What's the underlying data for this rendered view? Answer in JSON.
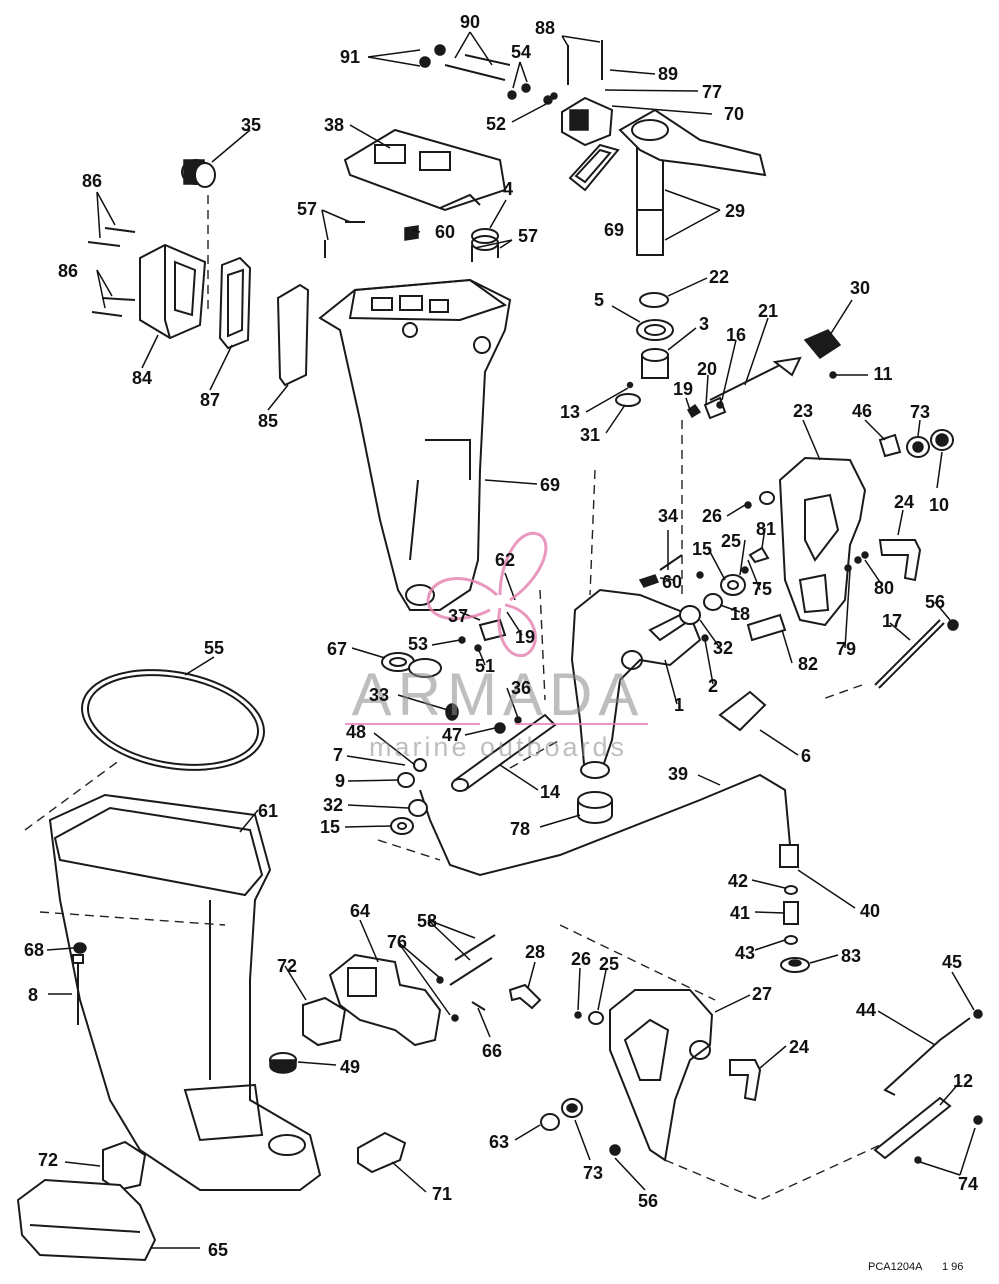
{
  "labels": {
    "l91": "91",
    "l90": "90",
    "l54": "54",
    "l88": "88",
    "l89": "89",
    "l77": "77",
    "l70": "70",
    "l52": "52",
    "l38": "38",
    "l35": "35",
    "l86a": "86",
    "l86b": "86",
    "l84": "84",
    "l87": "87",
    "l85": "85",
    "l57a": "57",
    "l57b": "57",
    "l60a": "60",
    "l4": "4",
    "l69a": "69",
    "l29": "29",
    "l22": "22",
    "l5": "5",
    "l3": "3",
    "l30": "30",
    "l21": "21",
    "l16": "16",
    "l20": "20",
    "l11": "11",
    "l13": "13",
    "l19a": "19",
    "l31": "31",
    "l23": "23",
    "l46": "46",
    "l73a": "73",
    "l10": "10",
    "l69b": "69",
    "l26a": "26",
    "l34": "34",
    "l25a": "25",
    "l81": "81",
    "l24a": "24",
    "l15a": "15",
    "l62": "62",
    "l60b": "60",
    "l75": "75",
    "l80": "80",
    "l56a": "56",
    "l18": "18",
    "l37": "37",
    "l19b": "19",
    "l32a": "32",
    "l17": "17",
    "l53": "53",
    "l51": "51",
    "l82": "82",
    "l79": "79",
    "l67": "67",
    "l2": "2",
    "l1": "1",
    "l55": "55",
    "l33": "33",
    "l36": "36",
    "l48": "48",
    "l47": "47",
    "l6": "6",
    "l7": "7",
    "l39": "39",
    "l9": "9",
    "l14": "14",
    "l32b": "32",
    "l15b": "15",
    "l78": "78",
    "l61": "61",
    "l42": "42",
    "l40": "40",
    "l41": "41",
    "l43": "43",
    "l83": "83",
    "l64": "64",
    "l58": "58",
    "l76": "76",
    "l68": "68",
    "l72a": "72",
    "l28": "28",
    "l26b": "26",
    "l25b": "25",
    "l27": "27",
    "l45": "45",
    "l8": "8",
    "l44": "44",
    "l66": "66",
    "l49": "49",
    "l24b": "24",
    "l12": "12",
    "l63": "63",
    "l73b": "73",
    "l72b": "72",
    "l71": "71",
    "l56b": "56",
    "l74": "74",
    "l65": "65"
  },
  "watermark": {
    "brand": "ARMADA",
    "tagline": "marine outboards"
  },
  "footer": {
    "code": "PCA1204A",
    "date": "1 96"
  }
}
